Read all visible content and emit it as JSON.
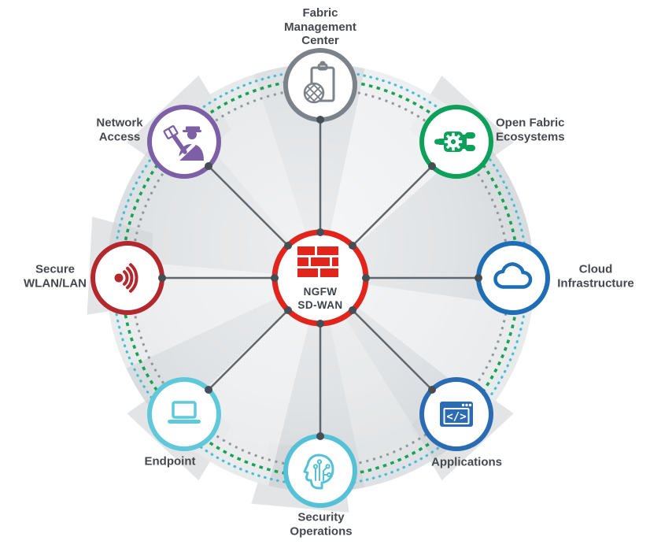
{
  "hub": {
    "id": "ngfw-sd-wan",
    "label_lines": [
      "NGFW",
      "SD-WAN"
    ],
    "color": "#e2251c",
    "icon": "firewall-bricks-icon"
  },
  "nodes": [
    {
      "id": "fabric-management-center",
      "label_lines": [
        "Fabric",
        "Management",
        "Center"
      ],
      "color": "#7b828a",
      "icon": "clipboard-globe-icon",
      "position": "top"
    },
    {
      "id": "open-fabric-ecosystems",
      "label_lines": [
        "Open Fabric",
        "Ecosystems"
      ],
      "color": "#0ca05b",
      "icon": "plug-gear-icon",
      "position": "top-right"
    },
    {
      "id": "cloud-infrastructure",
      "label_lines": [
        "Cloud",
        "Infrastructure"
      ],
      "color": "#1e6eb6",
      "icon": "cloud-icon",
      "position": "right"
    },
    {
      "id": "applications",
      "label_lines": [
        "Applications"
      ],
      "color": "#2a6bb3",
      "icon": "code-window-icon",
      "icon_text": "</>",
      "position": "bottom-right"
    },
    {
      "id": "security-operations",
      "label_lines": [
        "Security",
        "Operations"
      ],
      "color": "#55c1d6",
      "icon": "brain-circuit-icon",
      "position": "bottom"
    },
    {
      "id": "endpoint",
      "label_lines": [
        "Endpoint"
      ],
      "color": "#5fc8da",
      "icon": "laptop-icon",
      "position": "bottom-left"
    },
    {
      "id": "secure-wlan-lan",
      "label_lines": [
        "Secure",
        "WLAN/LAN"
      ],
      "color": "#b2282c",
      "icon": "wireless-signal-icon",
      "position": "left"
    },
    {
      "id": "network-access",
      "label_lines": [
        "Network",
        "Access"
      ],
      "color": "#7d5fa6",
      "icon": "security-guard-icon",
      "position": "top-left"
    }
  ],
  "rings": {
    "outer_dotted_color": "#43c0d4",
    "middle_dashed_color": "#16a453",
    "inner_dotted_color": "#8f969c"
  },
  "connectors": {
    "line_color": "#5f666c",
    "dot_color": "#454e55"
  },
  "background": {
    "disc_color": "#dadde0",
    "canvas_color": "#ffffff"
  },
  "label_text_color": "#45494e"
}
